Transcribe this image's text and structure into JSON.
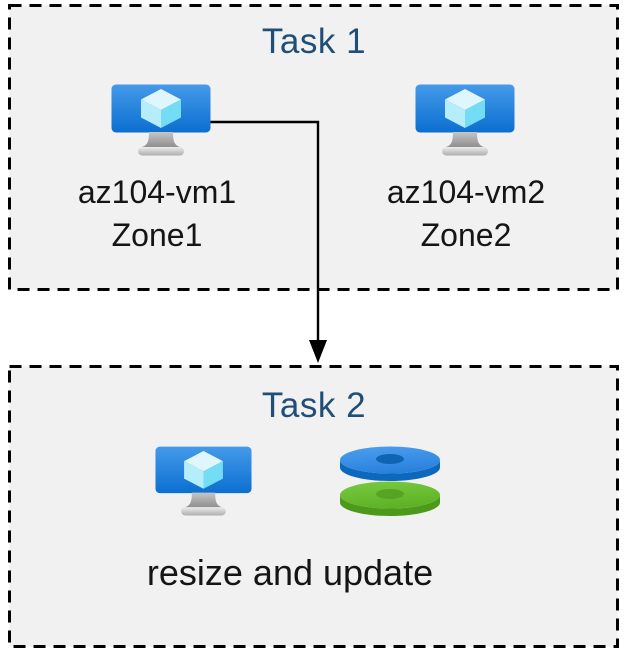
{
  "task1": {
    "title": "Task 1",
    "vms": [
      {
        "name": "az104-vm1",
        "zone": "Zone1",
        "icon": "virtual-machine-icon"
      },
      {
        "name": "az104-vm2",
        "zone": "Zone2",
        "icon": "virtual-machine-icon"
      }
    ]
  },
  "task2": {
    "title": "Task 2",
    "caption": "resize and update",
    "icons": [
      {
        "icon": "virtual-machine-icon"
      },
      {
        "icon": "disks-icon"
      }
    ]
  },
  "connector": {
    "style": "elbow-arrow-down"
  },
  "colors": {
    "box_fill": "#f1f1f1",
    "box_border": "#000000",
    "title_text": "#1f4e79",
    "label_text": "#151515",
    "vm_screen_top": "#459ae9",
    "vm_screen_bottom": "#0c6fd1",
    "cube_top": "#e0f6fd",
    "cube_left": "#b6edfb",
    "cube_right": "#74ddf6",
    "disk_blue_top": "#3b8de4",
    "disk_blue_side": "#0c68bd",
    "disk_green_top": "#69bd30",
    "disk_green_side": "#4d991a"
  }
}
